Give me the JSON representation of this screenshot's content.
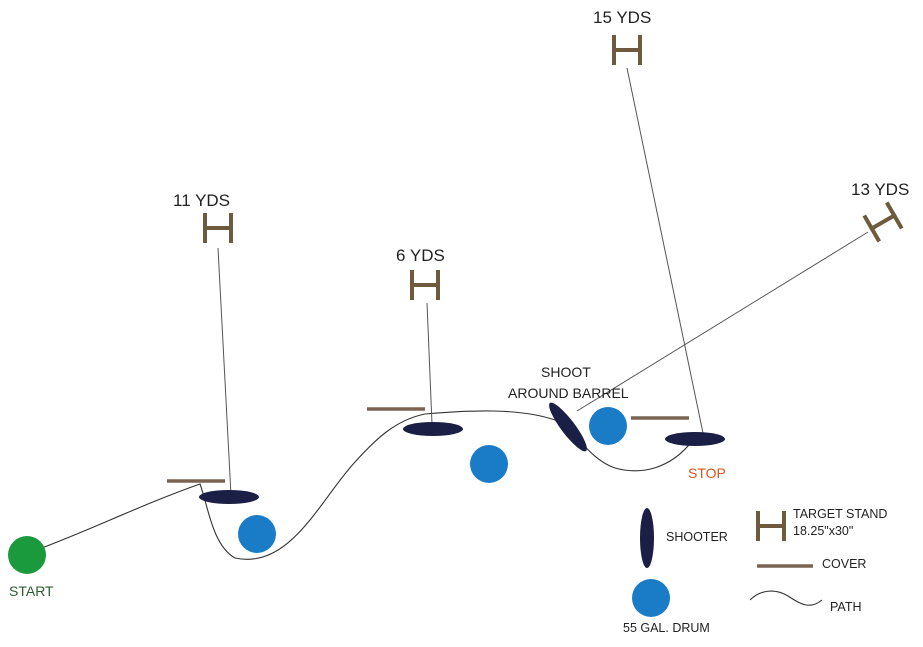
{
  "labels": {
    "start": "START",
    "stop": "STOP",
    "shoot_around_line1": "SHOOT",
    "shoot_around_line2": "AROUND BARREL"
  },
  "targets": [
    {
      "id": "t1",
      "distance": "11 YDS"
    },
    {
      "id": "t2",
      "distance": "6 YDS"
    },
    {
      "id": "t3",
      "distance": "15 YDS"
    },
    {
      "id": "t4",
      "distance": "13 YDS"
    }
  ],
  "legend": {
    "target_stand_line1": "TARGET STAND",
    "target_stand_line2": "18.25\"x30\"",
    "shooter": "SHOOTER",
    "cover": "COVER",
    "path": "PATH",
    "drum": "55 GAL. DRUM"
  },
  "colors": {
    "start": "#1a9a3c",
    "stop": "#d9531e",
    "shooter": "#1b1f45",
    "drum": "#1a7cc6",
    "cover": "#7a6352",
    "stand": "#6e5a3d",
    "line": "#333333"
  }
}
